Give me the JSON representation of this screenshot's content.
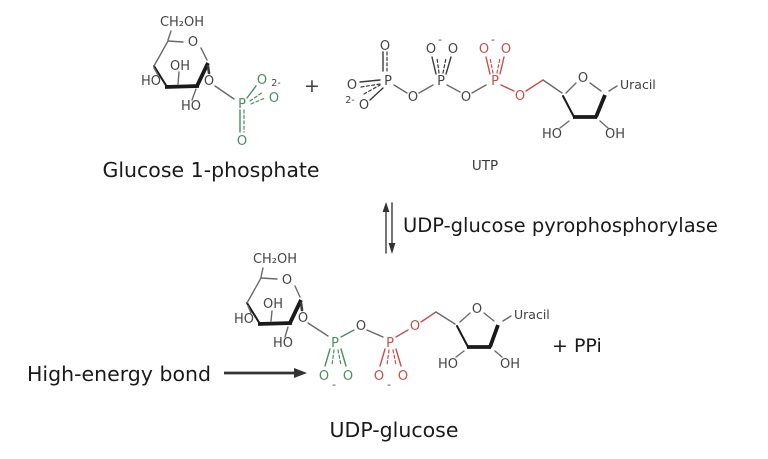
{
  "labels": {
    "glucose_1_phosphate": "Glucose 1-phosphate",
    "plus": "+",
    "utp": "UTP",
    "enzyme": "UDP-glucose pyrophosphorylase",
    "high_energy_bond": "High-energy bond",
    "plus_ppi": "+ PPi",
    "udp_glucose": "UDP-glucose",
    "uracil": "Uracil"
  },
  "atoms": {
    "o": "O",
    "p": "P",
    "ho": "HO",
    "oh": "OH",
    "ch2oh": "CH₂OH",
    "charge_2minus": "2-",
    "minus": "-"
  },
  "colors": {
    "green": "#4b8c64",
    "red": "#c5504b",
    "gray": "#6a6a6a",
    "atom": "#454545",
    "ink": "#1a1a1a"
  }
}
